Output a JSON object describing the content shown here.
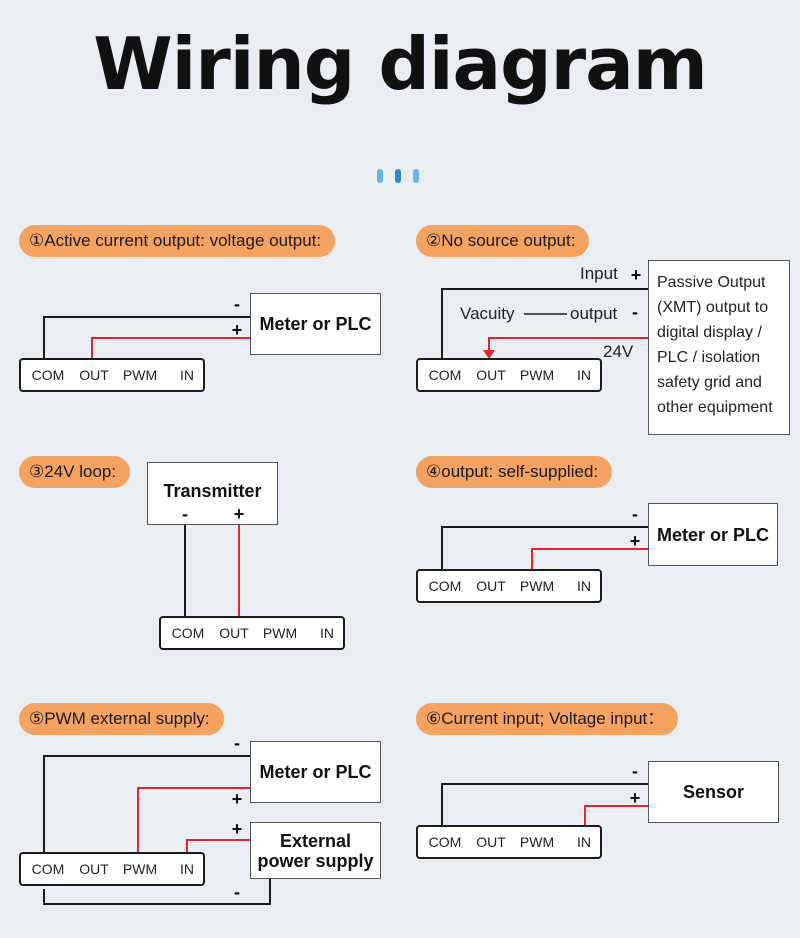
{
  "title": "Wiring diagram",
  "colors": {
    "accent_pill": "#f4a262",
    "dot_light": "#64b5ea",
    "dot_dark": "#2f86cf",
    "wire_black": "#1c1c1c",
    "wire_red": "#e0262b"
  },
  "terminals": [
    "COM",
    "OUT",
    "PWM",
    "IN"
  ],
  "sections": {
    "s1": {
      "label": "①Active current output: voltage output:",
      "device": "Meter or PLC",
      "minus": "-",
      "plus": "+"
    },
    "s2": {
      "label": "②No source output:",
      "input": "Input",
      "plus": "+",
      "vacuity": "Vacuity",
      "output": "output",
      "minus": "-",
      "voltage": "24V",
      "passive": [
        "Passive Output",
        "(XMT) output to",
        "digital display /",
        "PLC / isolation",
        "safety grid and",
        "other equipment"
      ]
    },
    "s3": {
      "label": "③24V loop:",
      "device": "Transmitter",
      "minus": "-",
      "plus": "+"
    },
    "s4": {
      "label": "④output: self-supplied:",
      "device": "Meter or PLC",
      "minus": "-",
      "plus": "+"
    },
    "s5": {
      "label": "⑤PWM external supply:",
      "device": "Meter or PLC",
      "supply_line1": "External",
      "supply_line2": "power supply",
      "minus1": "-",
      "plus1": "+",
      "plus2": "+",
      "minus2": "-"
    },
    "s6": {
      "label": "⑥Current input; Voltage input：",
      "device": "Sensor",
      "minus": "-",
      "plus": "+"
    }
  }
}
